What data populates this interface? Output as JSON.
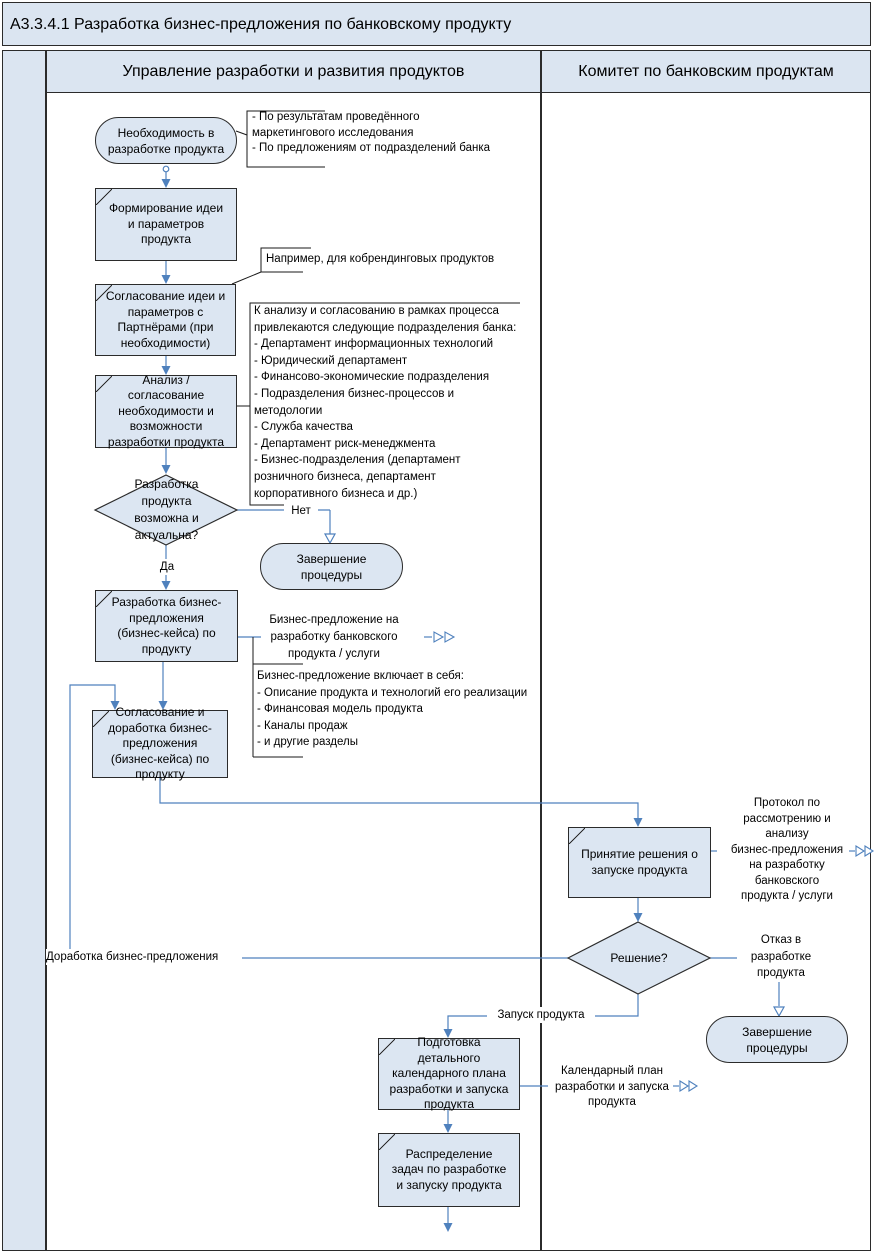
{
  "title": "А3.3.4.1 Разработка бизнес-предложения по банковскому продукту",
  "lanes": {
    "left": "Управление разработки и развития продуктов",
    "right": "Комитет по банковским продуктам"
  },
  "nodes": {
    "need": "Необходимость в\nразработке продукта",
    "form_idea": "Формирование идеи\nи параметров\nпродукта",
    "agree_partners": "Согласование идеи и\nпараметров с\nПартнёрами (при\nнеобходимости)",
    "analysis": "Анализ /\nсогласование\nнеобходимости и\nвозможности\nразработки продукта",
    "feasible": "Разработка\nпродукта\nвозможна и\nактуальна?",
    "end_top": "Завершение\nпроцедуры",
    "develop_proposal": "Разработка бизнес-\nпредложения\n(бизнес-кейса) по\nпродукту",
    "refine_proposal": "Согласование и\nдоработка бизнес-\nпредложения\n(бизнес-кейса) по\nпродукту",
    "decide_launch": "Принятие решения о\nзапуске продукта",
    "decision": "Решение?",
    "end_right": "Завершение\nпроцедуры",
    "prepare_plan": "Подготовка\nдетального\nкалендарного плана\nразработки и запуска\nпродукта",
    "assign_tasks": "Распределение\nзадач по разработке\nи запуску продукта"
  },
  "edges": {
    "no": "Нет",
    "yes": "Да",
    "rework": "Доработка бизнес-предложения",
    "launch": "Запуск продукта",
    "reject": "Отказ в\nразработке\nпродукта"
  },
  "annotations": {
    "sources": "- По результатам проведённого\nмаркетингового исследования\n- По предложениям от подразделений банка",
    "cobranding": "Например, для кобрендинговых продуктов",
    "departments": "К анализу и согласованию в рамках процесса\nпривлекаются следующие подразделения банка:\n- Департамент информационных технологий\n- Юридический департамент\n- Финансово-экономические подразделения\n- Подразделения бизнес-процессов и\nметодологии\n- Служба качества\n- Департамент риск-менеджмента\n- Бизнес-подразделения (департамент\nрозничного бизнеса, департамент\nкорпоративного бизнеса и др.)",
    "proposal_doc": "Бизнес-предложение на\nразработку банковского\nпродукта / услуги",
    "proposal_contents": "Бизнес-предложение включает в себя:\n- Описание продукта и технологий его реализации\n- Финансовая модель продукта\n- Каналы продаж\n- и другие разделы",
    "protocol_doc": "Протокол по\nрассмотрению и\nанализу\nбизнес-предложения\nна разработку\nбанковского\nпродукта / услуги",
    "calendar_doc": "Календарный план\nразработки и запуска\nпродукта"
  },
  "colors": {
    "shape_fill": "#dce6f2",
    "header_fill": "#dbe5f1",
    "flow_line": "#4f81bd",
    "border": "#2b2b2b"
  }
}
